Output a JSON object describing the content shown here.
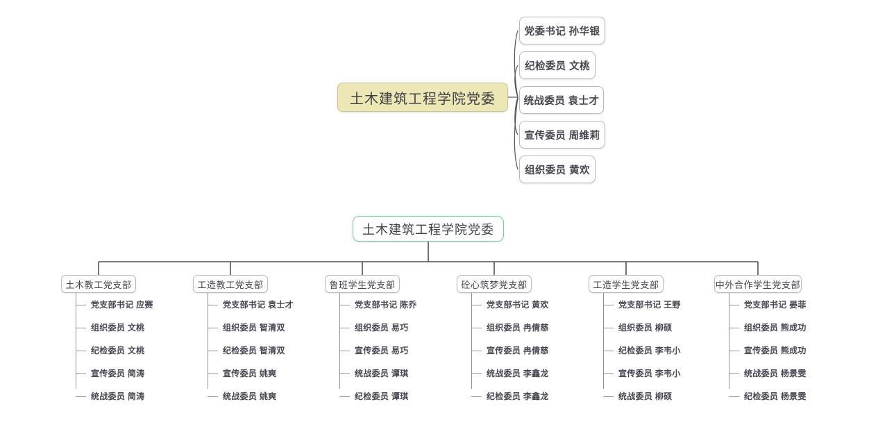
{
  "colors": {
    "root_fill": "#ece7b4",
    "root_border": "#c9c49a",
    "tree_root_border": "#6fcf97",
    "node_border": "#b9bac2",
    "connector": "#50515e",
    "text": "#45464f"
  },
  "top_map": {
    "root": {
      "label": "土木建筑工程学院党委"
    },
    "members": [
      {
        "role_name": "党委书记 孙华银"
      },
      {
        "role_name": "纪检委员 文桃"
      },
      {
        "role_name": "统战委员 袁士才"
      },
      {
        "role_name": "宣传委员 周维莉"
      },
      {
        "role_name": "组织委员 黄欢"
      }
    ]
  },
  "org_tree": {
    "root": {
      "label": "土木建筑工程学院党委"
    },
    "branches": [
      {
        "name": "土木教工党支部",
        "members": [
          {
            "role_name": "党支部书记 应赛"
          },
          {
            "role_name": "组织委员 文桃"
          },
          {
            "role_name": "纪检委员 文桃"
          },
          {
            "role_name": "宣传委员 简涛"
          },
          {
            "role_name": "统战委员 简涛"
          }
        ]
      },
      {
        "name": "工造教工党支部",
        "members": [
          {
            "role_name": "党支部书记 袁士才"
          },
          {
            "role_name": "组织委员 智清双"
          },
          {
            "role_name": "纪检委员 智清双"
          },
          {
            "role_name": "宣传委员 姚爽"
          },
          {
            "role_name": "统战委员 姚爽"
          }
        ]
      },
      {
        "name": "鲁班学生党支部",
        "members": [
          {
            "role_name": "党支部书记 陈乔"
          },
          {
            "role_name": "组织委员 易巧"
          },
          {
            "role_name": "宣传委员 易巧"
          },
          {
            "role_name": "统战委员 谭琪"
          },
          {
            "role_name": "纪检委员 谭琪"
          }
        ]
      },
      {
        "name": "砼心筑梦党支部",
        "members": [
          {
            "role_name": "党支部书记 黄欢"
          },
          {
            "role_name": "组织委员 冉倩慈"
          },
          {
            "role_name": "宣传委员 冉倩慈"
          },
          {
            "role_name": "统战委员 李鑫龙"
          },
          {
            "role_name": "纪检委员 李鑫龙"
          }
        ]
      },
      {
        "name": "工造学生党支部",
        "members": [
          {
            "role_name": "党支部书记 王野"
          },
          {
            "role_name": "组织委员 柳硕"
          },
          {
            "role_name": "纪检委员 李韦小"
          },
          {
            "role_name": "宣传委员 李韦小"
          },
          {
            "role_name": "统战委员 柳硕"
          }
        ]
      },
      {
        "name": "中外合作学生党支部",
        "members": [
          {
            "role_name": "党支部书记 晏菲"
          },
          {
            "role_name": "组织委员 熊成功"
          },
          {
            "role_name": "宣传委员 熊成功"
          },
          {
            "role_name": "统战委员 杨景雯"
          },
          {
            "role_name": "纪检委员 杨景雯"
          }
        ]
      }
    ]
  }
}
